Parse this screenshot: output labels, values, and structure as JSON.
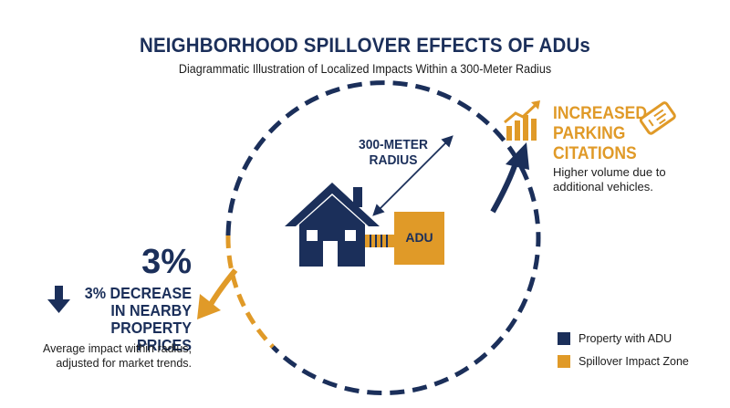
{
  "header": {
    "title": "NEIGHBORHOOD SPILLOVER EFFECTS OF ADUs",
    "subtitle": "Diagrammatic Illustration of Localized Impacts Within a 300-Meter Radius"
  },
  "center": {
    "radius_label_line1": "300-METER",
    "radius_label_line2": "RADIUS",
    "adu_label": "ADU"
  },
  "parking": {
    "title_line1": "INCREASED",
    "title_line2": "PARKING",
    "title_line3": "CITATIONS",
    "desc_line1": "Higher volume due to",
    "desc_line2": "additional vehicles.",
    "icons": [
      "bar-chart-up-icon",
      "ticket-icon"
    ]
  },
  "price": {
    "percent": "3%",
    "title_line1": "3% DECREASE",
    "title_line2": "IN NEARBY",
    "title_line3": "PROPERTY PRICES",
    "desc_line1": "Average impact within radius,",
    "desc_line2": "adjusted for market trends.",
    "icon": "down-arrow-icon"
  },
  "legend": {
    "items": [
      {
        "label": "Property with ADU",
        "color": "#1b2f5a"
      },
      {
        "label": "Spillover Impact Zone",
        "color": "#e09a28"
      }
    ]
  },
  "colors": {
    "navy": "#1b2f5a",
    "orange": "#e09a28"
  }
}
